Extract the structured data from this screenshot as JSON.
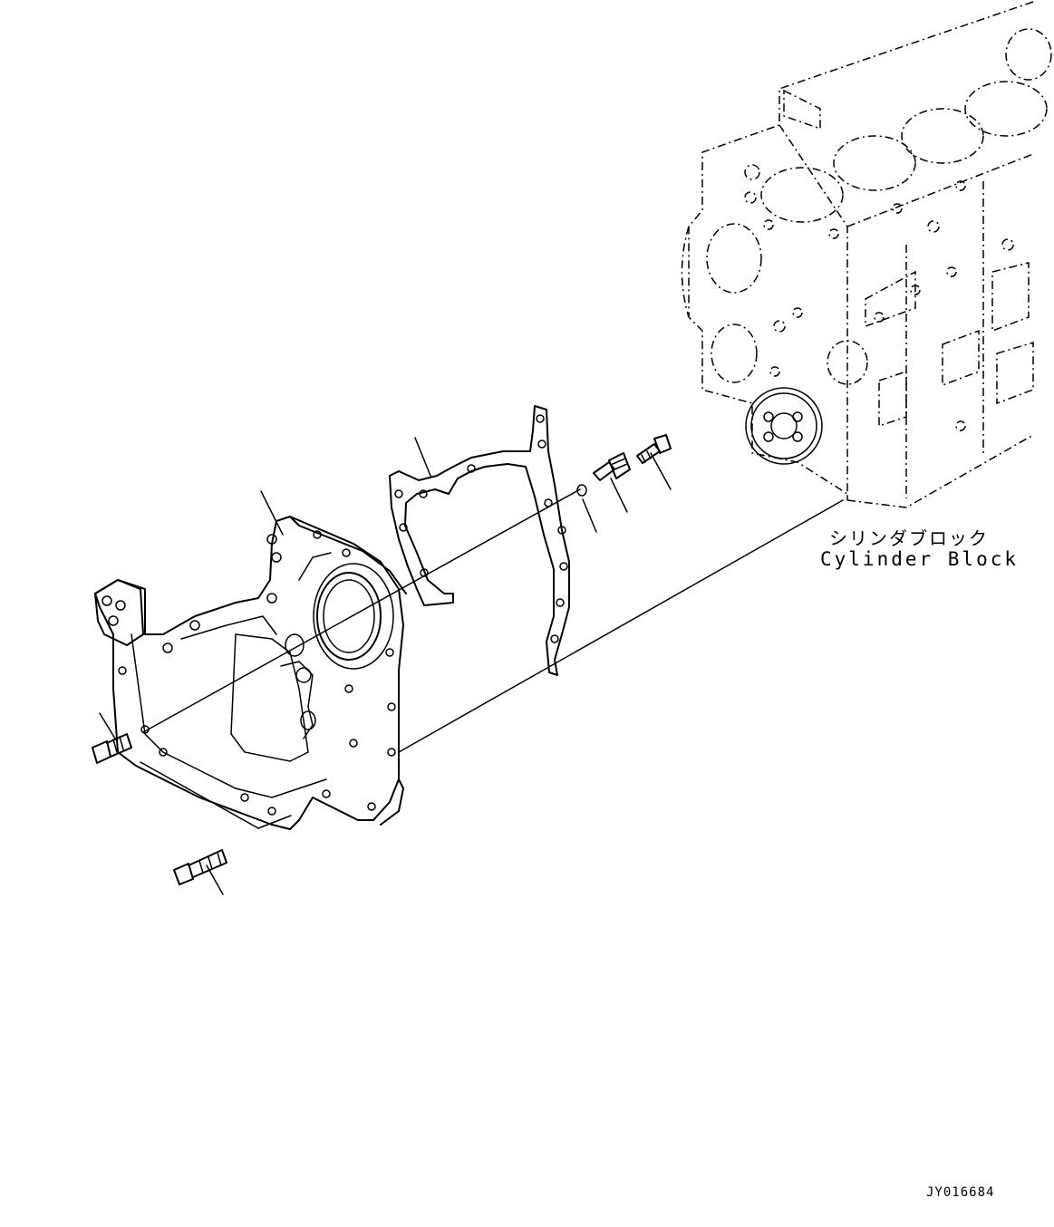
{
  "labels": {
    "cylinder_block_jp": "シリンダブロック",
    "cylinder_block_en": "Cylinder Block"
  },
  "drawing_id": "JY016684"
}
